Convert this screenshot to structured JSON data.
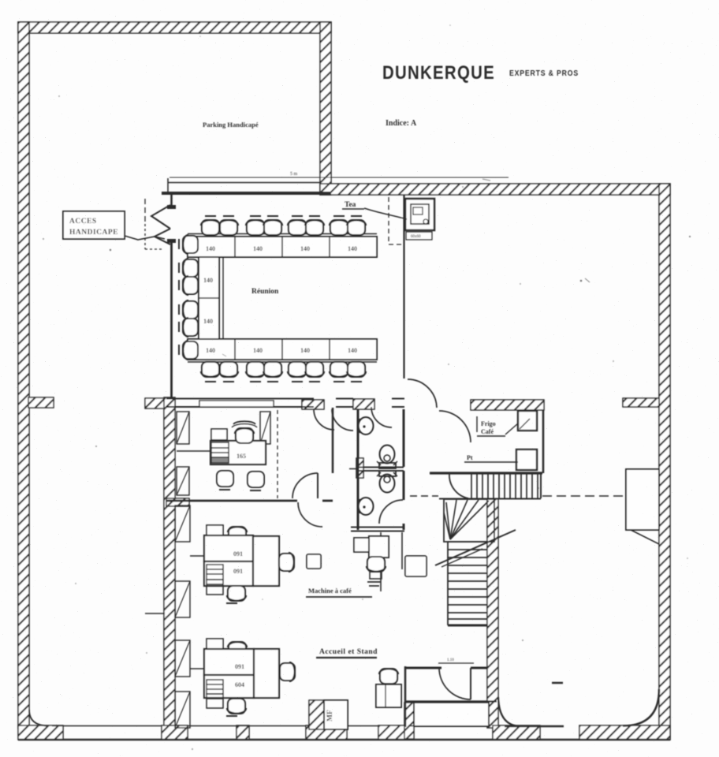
{
  "document": {
    "type": "scanned floor plan",
    "title": "DUNKERQUE",
    "subtitle": "EXPERTS & PROS",
    "revision": "Indice: A"
  },
  "parking": {
    "label": "Parking Handicapé",
    "access_box_line1": "ACCES",
    "access_box_line2": "HANDICAPE"
  },
  "meeting_room": {
    "name": "Réunion",
    "tea_label": "Tea",
    "tea_unit_note": "60x60",
    "table_labels": [
      "140",
      "140",
      "140",
      "140",
      "140",
      "140",
      "140",
      "140",
      "140",
      "140"
    ]
  },
  "service_room": {
    "fridge_line1": "Frigo",
    "fridge_line2": "Café",
    "point_label": "Pt"
  },
  "offices": {
    "office1_desk_label": "165",
    "office2_desk_a_label": "091",
    "office2_desk_b_label": "091",
    "office3_desk_a_label": "091",
    "office3_desk_b_label": "604"
  },
  "annotations": {
    "top_dimension": "5 m",
    "stair_dimension": "1.10",
    "copier_label": "Machine à café",
    "reception_label": "Accueil et Stand",
    "mf_label": "MF"
  }
}
